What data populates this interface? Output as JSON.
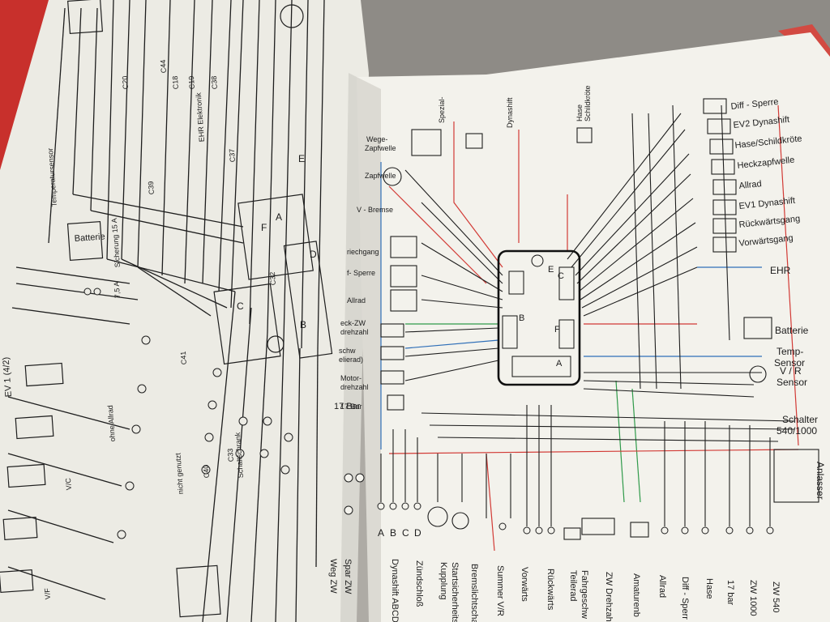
{
  "left_page": {
    "labels": [
      "Batterie",
      "Temperatursensor",
      "Sicherung 15 A",
      "7,5 A",
      "EV 1 (4/2)",
      "ohne Allrad",
      "V/C",
      "V/F",
      "F",
      "C",
      "C32",
      "C37",
      "C39",
      "C41",
      "C40",
      "C33",
      "C44",
      "C20",
      "C18",
      "C19",
      "C38",
      "A",
      "E",
      "B",
      "D",
      "17 Bar",
      "Schaltschrank",
      "nicht genutzt",
      "EHR Elektronik"
    ]
  },
  "right_page": {
    "labels_right": [
      "Diff - Sperre",
      "EV2 Dynashift",
      "Hase/Schildkröte",
      "Heckzapfwelle",
      "Allrad",
      "EV1 Dynashift",
      "Rückwärtsgang",
      "Vorwärtsgang",
      "EHR",
      "Batterie",
      "Temp-",
      "Sensor",
      "V / R",
      "Sensor",
      "Schalter",
      "540/1000",
      "Anlasser"
    ],
    "labels_left": [
      "Wege-",
      "Zapfwelle",
      "Zapfwelle",
      "V - Bremse",
      "riechgang",
      "f- Sperre",
      "Allrad",
      "eck-ZW",
      "drehzahl",
      "schw",
      "elierad)",
      "Motor-",
      "drehzahl",
      "17 Bar"
    ],
    "labels_top": [
      "Spezial-",
      "Dynashift",
      "Hase",
      "Schildkröte"
    ],
    "module_letters": [
      "E",
      "C",
      "B",
      "F",
      "A"
    ],
    "terminal_letters": [
      "A",
      "B",
      "C",
      "D"
    ],
    "bottom_labels": [
      "Spar ZW",
      "Weg ZW",
      "Dynashift ABCD",
      "Zündschloß",
      "Startsicherheits",
      "Kupplung",
      "Bremslichtschalter",
      "Summer V/R",
      "Vorwärts",
      "Rückwärts",
      "Fahrgeschw",
      "Teilerad",
      "ZW Drehzahl",
      "Amaturenb",
      "Allrad",
      "Diff - Sperr",
      "Hase",
      "17 bar",
      "ZW 1000",
      "ZW 540"
    ]
  },
  "colors": {
    "paper": "#f3f2ec",
    "ink": "#1e1e1e",
    "wire_red": "#d23a35",
    "wire_blue": "#2f6fb8",
    "wire_green": "#2f9a4a",
    "cover_red": "#c8302c"
  }
}
